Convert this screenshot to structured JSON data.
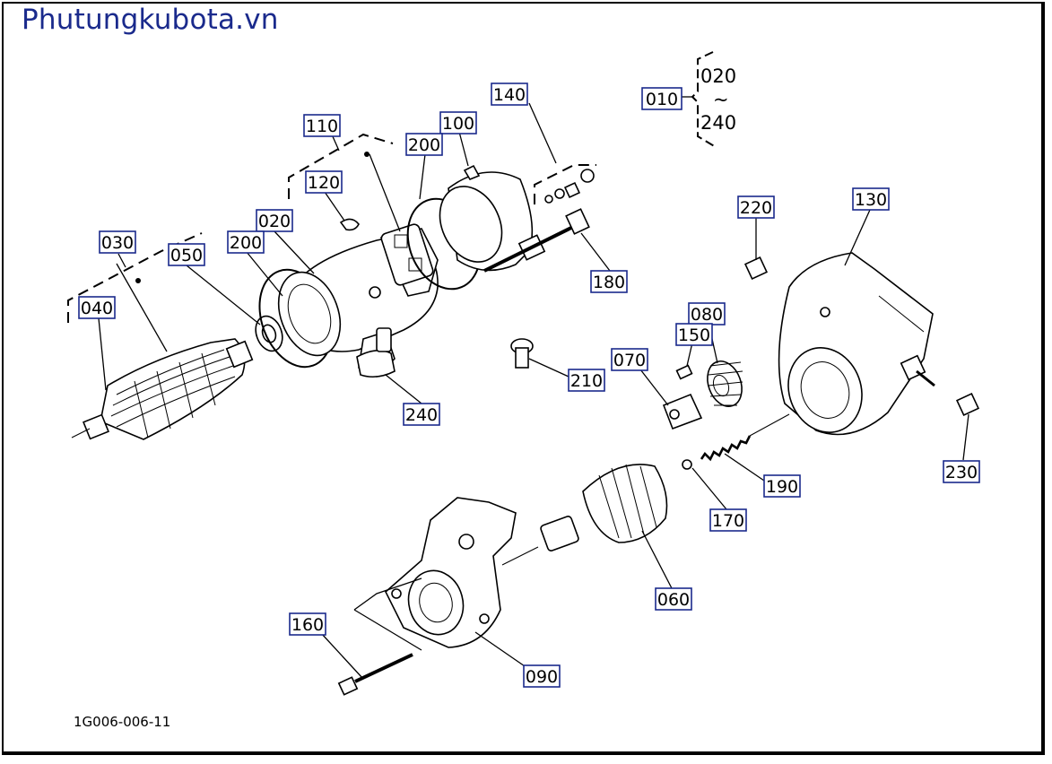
{
  "header": {
    "brand": "Phutungkubota.vn"
  },
  "footer": {
    "drawing_code": "1G006-006-11"
  },
  "assembly": {
    "ref": "010",
    "range_from": "020",
    "range_sep": "~",
    "range_to": "240"
  },
  "callouts": [
    {
      "id": "110",
      "label": "110"
    },
    {
      "id": "140",
      "label": "140"
    },
    {
      "id": "100",
      "label": "100"
    },
    {
      "id": "200a",
      "label": "200"
    },
    {
      "id": "120",
      "label": "120"
    },
    {
      "id": "020",
      "label": "020"
    },
    {
      "id": "200b",
      "label": "200"
    },
    {
      "id": "030",
      "label": "030"
    },
    {
      "id": "050",
      "label": "050"
    },
    {
      "id": "040",
      "label": "040"
    },
    {
      "id": "180",
      "label": "180"
    },
    {
      "id": "240",
      "label": "240"
    },
    {
      "id": "220",
      "label": "220"
    },
    {
      "id": "130",
      "label": "130"
    },
    {
      "id": "080",
      "label": "080"
    },
    {
      "id": "150",
      "label": "150"
    },
    {
      "id": "070",
      "label": "070"
    },
    {
      "id": "210",
      "label": "210"
    },
    {
      "id": "190",
      "label": "190"
    },
    {
      "id": "230",
      "label": "230"
    },
    {
      "id": "170",
      "label": "170"
    },
    {
      "id": "060",
      "label": "060"
    },
    {
      "id": "160",
      "label": "160"
    },
    {
      "id": "090",
      "label": "090"
    }
  ]
}
